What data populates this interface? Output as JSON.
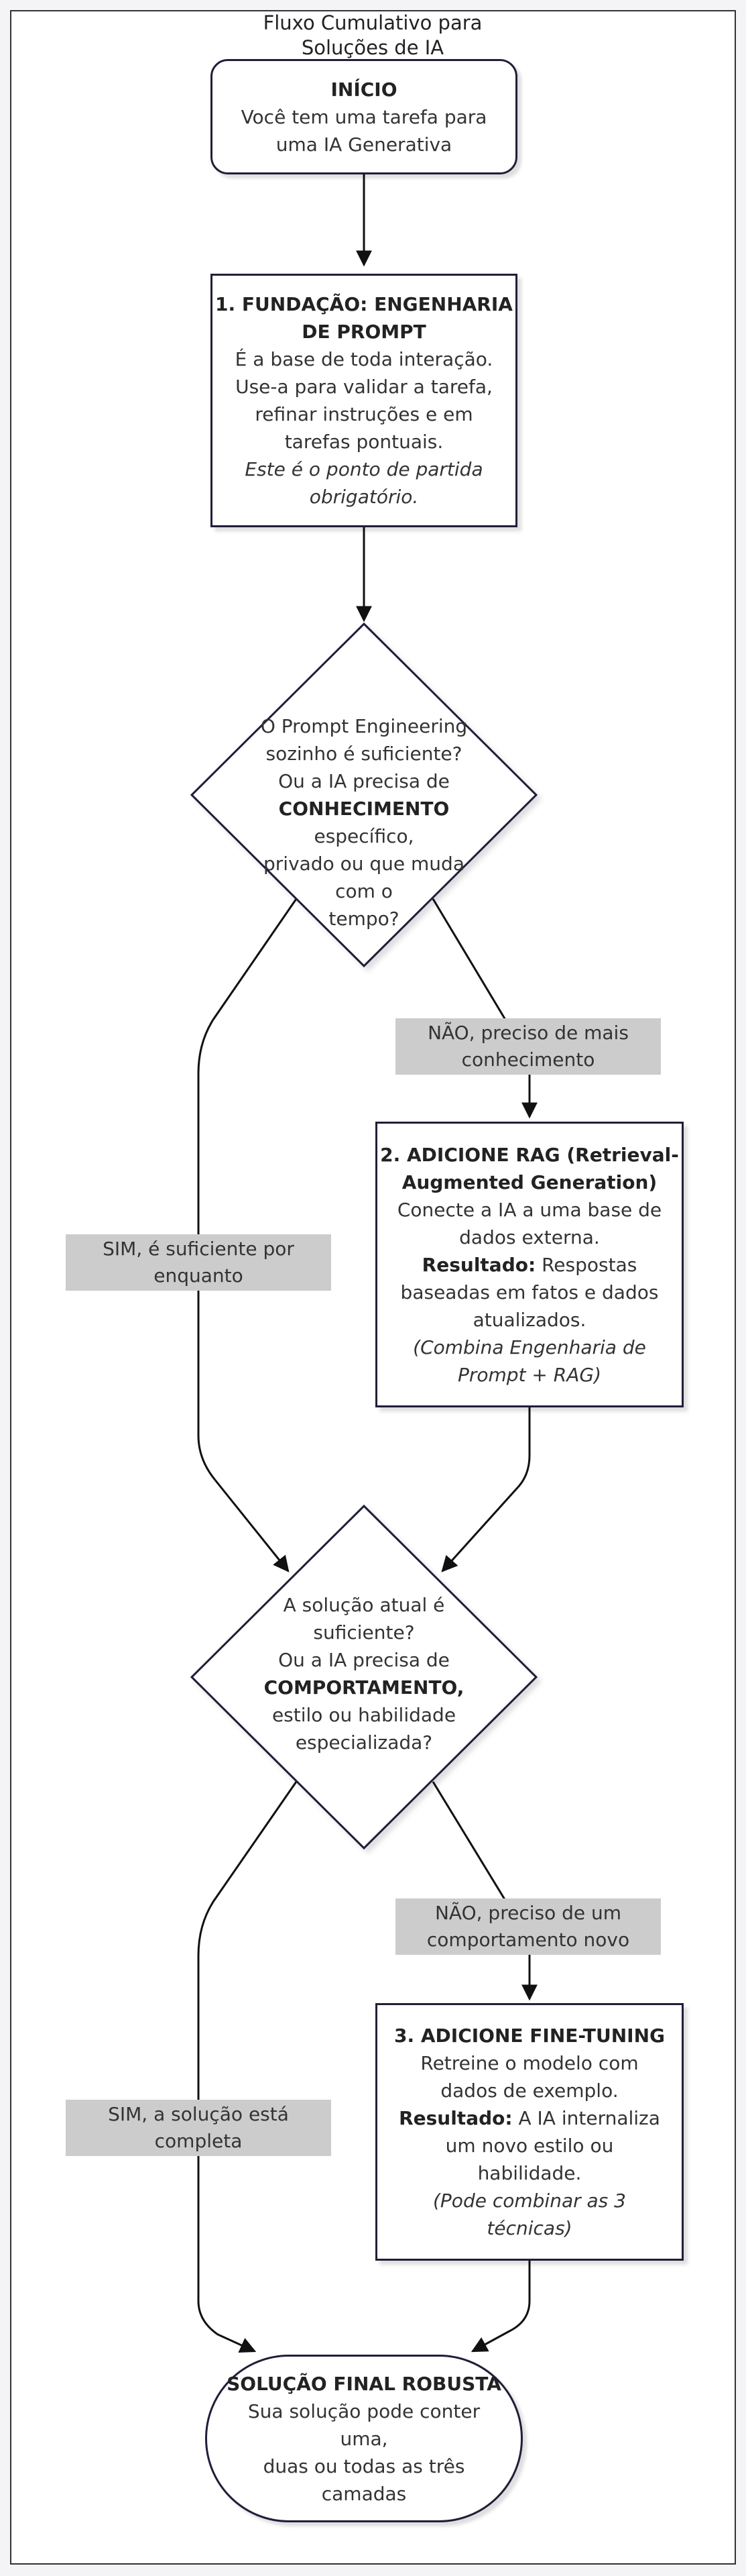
{
  "title": [
    "Fluxo Cumulativo para",
    "Soluções de IA"
  ],
  "start": {
    "heading": "INÍCIO",
    "lines": [
      "Você tem uma tarefa para",
      "uma IA Generativa"
    ]
  },
  "step1": {
    "heading": [
      "1. FUNDAÇÃO: ENGENHARIA",
      "DE PROMPT"
    ],
    "lines": [
      "É a base de toda interação.",
      "Use-a para validar a tarefa,",
      "refinar instruções e em",
      "tarefas pontuais."
    ],
    "italic": [
      "Este é o ponto de partida",
      "obrigatório."
    ]
  },
  "decision1": {
    "l1": "O Prompt Engineering",
    "l2": "sozinho é suficiente?",
    "l3": "Ou a IA precisa de",
    "l4_bold": "CONHECIMENTO",
    "l4_rest": " específico,",
    "l5": "privado ou que muda com o",
    "l6": "tempo?"
  },
  "edge_no1": [
    "NÃO, preciso de mais",
    "conhecimento"
  ],
  "edge_yes1": [
    "SIM, é suficiente por",
    "enquanto"
  ],
  "step2": {
    "heading": [
      "2. ADICIONE RAG (Retrieval-",
      "Augmented Generation)"
    ],
    "lines": [
      "Conecte a IA a uma base de",
      "dados externa."
    ],
    "result_label": "Resultado:",
    "result_rest": " Respostas",
    "result_lines": [
      "baseadas em fatos e dados",
      "atualizados."
    ],
    "italic": [
      "(Combina Engenharia de",
      "Prompt + RAG)"
    ]
  },
  "decision2": {
    "l1": "A solução atual é",
    "l2": "suficiente?",
    "l3": "Ou a IA precisa de",
    "l4_bold": "COMPORTAMENTO,",
    "l5": "estilo ou habilidade",
    "l6": "especializada?"
  },
  "edge_no2": [
    "NÃO, preciso de um",
    "comportamento novo"
  ],
  "edge_yes2": [
    "SIM, a solução está",
    "completa"
  ],
  "step3": {
    "heading": "3. ADICIONE FINE-TUNING",
    "lines": [
      "Retreine o modelo com",
      "dados de exemplo."
    ],
    "result_label": "Resultado:",
    "result_rest": " A IA internaliza",
    "result_lines": [
      "um novo estilo ou",
      "habilidade."
    ],
    "italic": [
      "(Pode combinar as 3",
      "técnicas)"
    ]
  },
  "final": {
    "heading": "SOLUÇÃO FINAL ROBUSTA",
    "lines": [
      "Sua solução pode conter",
      "uma,",
      "duas ou todas as três",
      "camadas"
    ]
  }
}
